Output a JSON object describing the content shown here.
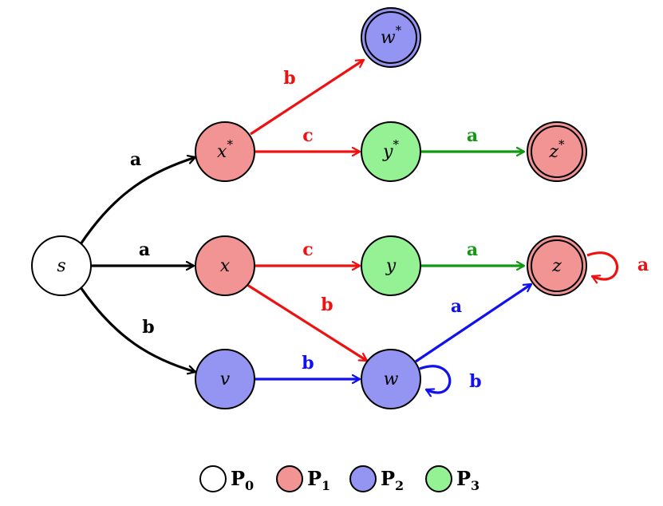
{
  "colors": {
    "P0": "#ffffff",
    "P1": "#f29494",
    "P2": "#9494f2",
    "P3": "#94f294",
    "black": "#000000",
    "red": "#ee1111",
    "blue": "#1111ee",
    "green": "#119911"
  },
  "nodes": [
    {
      "id": "s",
      "label": "s",
      "sup": "",
      "class": "P0",
      "accepting": false
    },
    {
      "id": "xs",
      "label": "x",
      "sup": "*",
      "class": "P1",
      "accepting": false
    },
    {
      "id": "ws",
      "label": "w",
      "sup": "*",
      "class": "P2",
      "accepting": true
    },
    {
      "id": "ys",
      "label": "y",
      "sup": "*",
      "class": "P3",
      "accepting": false
    },
    {
      "id": "zs",
      "label": "z",
      "sup": "*",
      "class": "P1",
      "accepting": true
    },
    {
      "id": "x",
      "label": "x",
      "sup": "",
      "class": "P1",
      "accepting": false
    },
    {
      "id": "y",
      "label": "y",
      "sup": "",
      "class": "P3",
      "accepting": false
    },
    {
      "id": "z",
      "label": "z",
      "sup": "",
      "class": "P1",
      "accepting": true
    },
    {
      "id": "v",
      "label": "v",
      "sup": "",
      "class": "P2",
      "accepting": false
    },
    {
      "id": "w",
      "label": "w",
      "sup": "",
      "class": "P2",
      "accepting": false
    }
  ],
  "edges": [
    {
      "from": "s",
      "to": "xs",
      "label": "a",
      "color": "black"
    },
    {
      "from": "s",
      "to": "x",
      "label": "a",
      "color": "black"
    },
    {
      "from": "s",
      "to": "v",
      "label": "b",
      "color": "black"
    },
    {
      "from": "xs",
      "to": "ws",
      "label": "b",
      "color": "red"
    },
    {
      "from": "xs",
      "to": "ys",
      "label": "c",
      "color": "red"
    },
    {
      "from": "ys",
      "to": "zs",
      "label": "a",
      "color": "green"
    },
    {
      "from": "x",
      "to": "y",
      "label": "c",
      "color": "red"
    },
    {
      "from": "x",
      "to": "w",
      "label": "b",
      "color": "red"
    },
    {
      "from": "y",
      "to": "z",
      "label": "a",
      "color": "green"
    },
    {
      "from": "v",
      "to": "w",
      "label": "b",
      "color": "blue"
    },
    {
      "from": "w",
      "to": "z",
      "label": "a",
      "color": "blue"
    },
    {
      "from": "z",
      "to": "z",
      "label": "a",
      "color": "red"
    },
    {
      "from": "w",
      "to": "w",
      "label": "b",
      "color": "blue"
    }
  ],
  "legend": [
    {
      "class": "P0",
      "letter": "P",
      "sub": "0"
    },
    {
      "class": "P1",
      "letter": "P",
      "sub": "1"
    },
    {
      "class": "P2",
      "letter": "P",
      "sub": "2"
    },
    {
      "class": "P3",
      "letter": "P",
      "sub": "3"
    }
  ]
}
